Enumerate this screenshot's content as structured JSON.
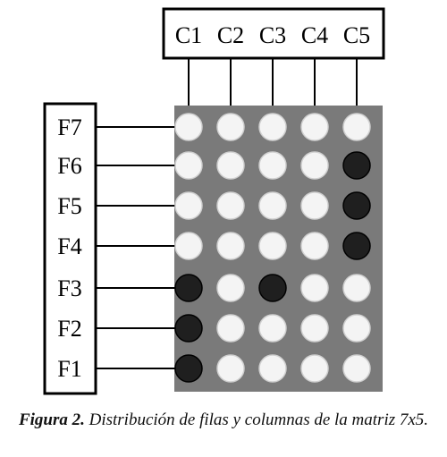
{
  "diagram": {
    "column_labels": [
      "C1",
      "C2",
      "C3",
      "C4",
      "C5"
    ],
    "row_labels_top_to_bottom": [
      "F7",
      "F6",
      "F5",
      "F4",
      "F3",
      "F2",
      "F1"
    ],
    "lit_leds_top_to_bottom": [
      [
        0,
        0,
        0,
        0,
        0
      ],
      [
        0,
        0,
        0,
        0,
        1
      ],
      [
        0,
        0,
        0,
        0,
        1
      ],
      [
        0,
        0,
        0,
        0,
        1
      ],
      [
        1,
        0,
        1,
        0,
        0
      ],
      [
        1,
        0,
        0,
        0,
        0
      ],
      [
        1,
        0,
        0,
        0,
        0
      ]
    ],
    "colors": {
      "matrix_bg": "#7a7a7a",
      "led_off": "#f4f4f4",
      "led_on": "#1f1f1f",
      "line": "#000000"
    }
  },
  "caption": {
    "lead": "Figura 2.",
    "text": "Distribución de filas y columnas de la matriz 7x5."
  }
}
